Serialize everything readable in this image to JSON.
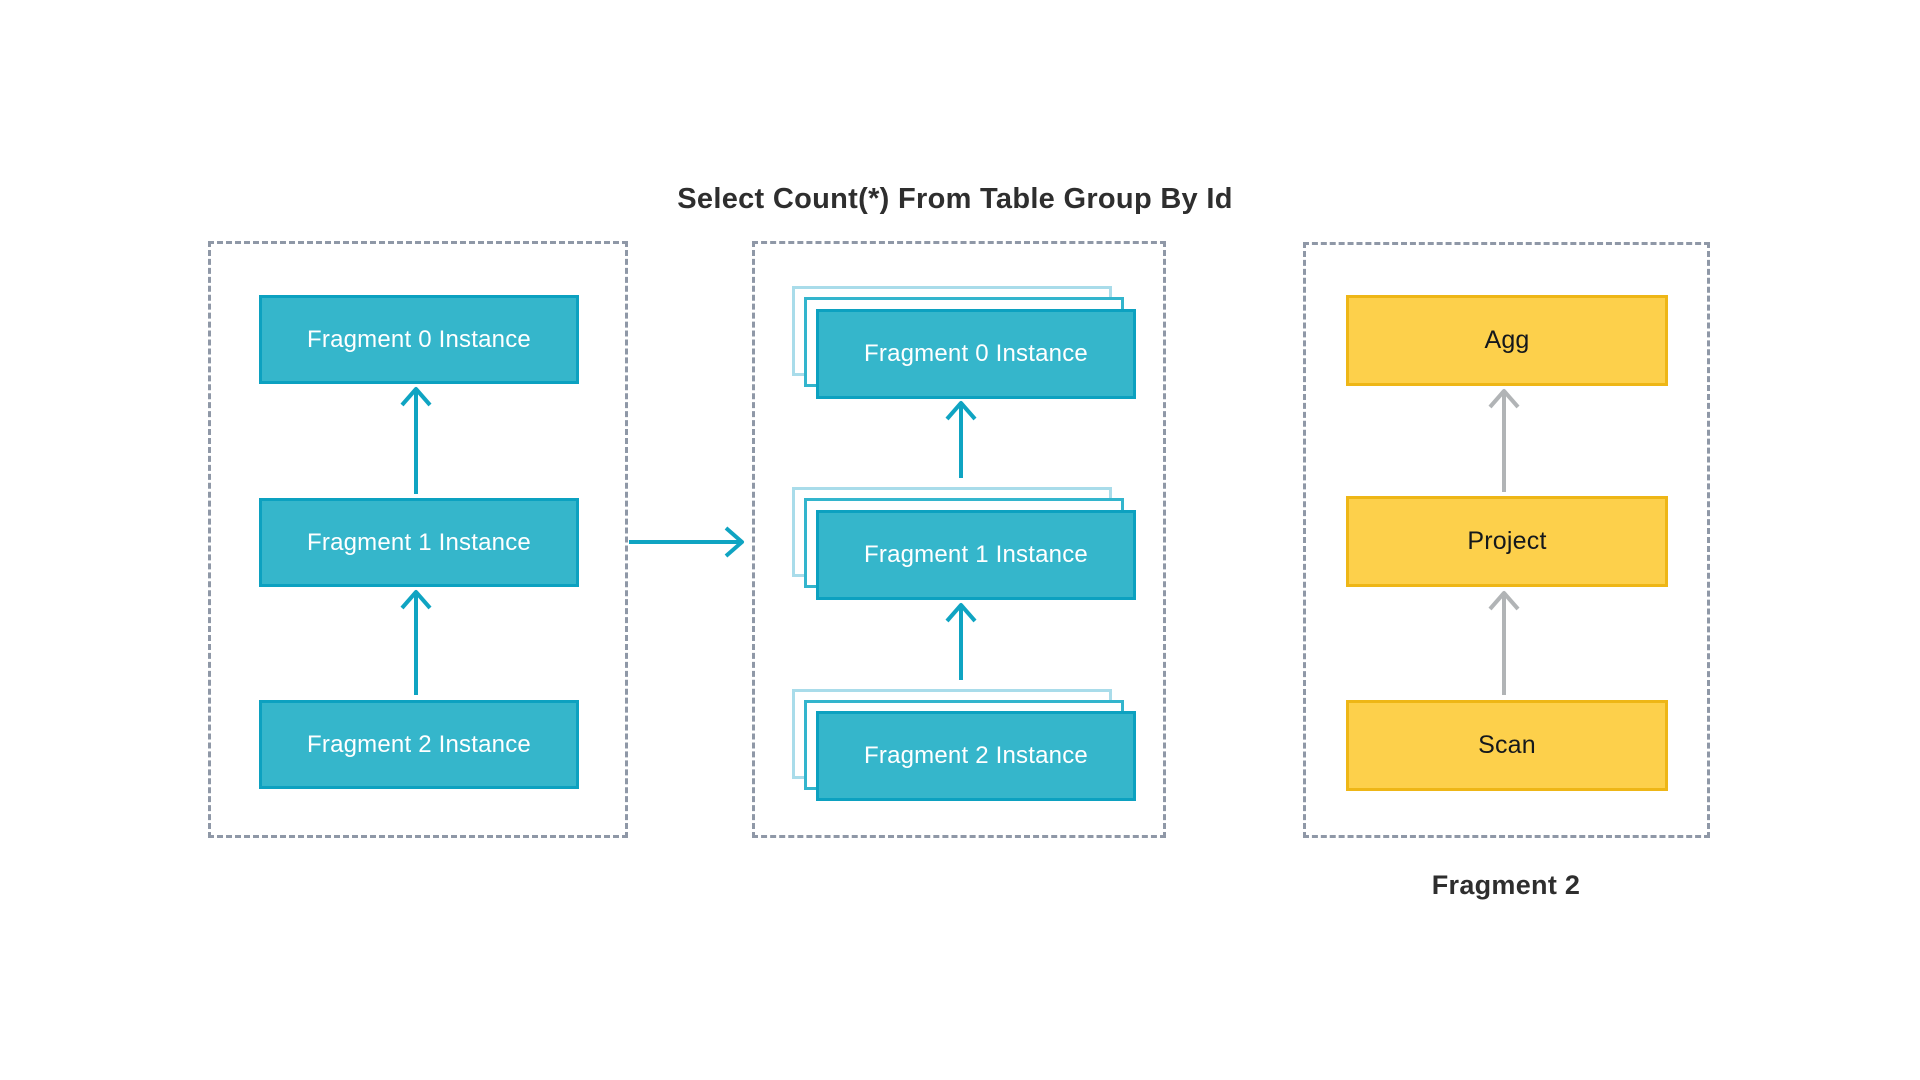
{
  "title": "Select Count(*) From Table Group By Id",
  "caption": "Fragment 2",
  "colors": {
    "teal_fill": "#35b6cb",
    "teal_border": "#0ca1c0",
    "teal_arrow": "#0fa4c2",
    "ghost_card_light": "#a9dcea",
    "ghost_card_mid": "#33b5cd",
    "yellow_fill": "#fdd04b",
    "yellow_border": "#eeb616",
    "gray_arrow": "#b1b4b6",
    "panel_dash": "#8f98a7",
    "text_dark": "#2e2e2e",
    "text_light": "#ffffff"
  },
  "panels": {
    "left": {
      "boxes": [
        {
          "label": "Fragment 0 Instance"
        },
        {
          "label": "Fragment 1 Instance"
        },
        {
          "label": "Fragment 2 Instance"
        }
      ]
    },
    "middle": {
      "boxes": [
        {
          "label": "Fragment 0 Instance"
        },
        {
          "label": "Fragment 1 Instance"
        },
        {
          "label": "Fragment 2 Instance"
        }
      ]
    },
    "right": {
      "boxes": [
        {
          "label": "Agg"
        },
        {
          "label": "Project"
        },
        {
          "label": "Scan"
        }
      ]
    }
  }
}
